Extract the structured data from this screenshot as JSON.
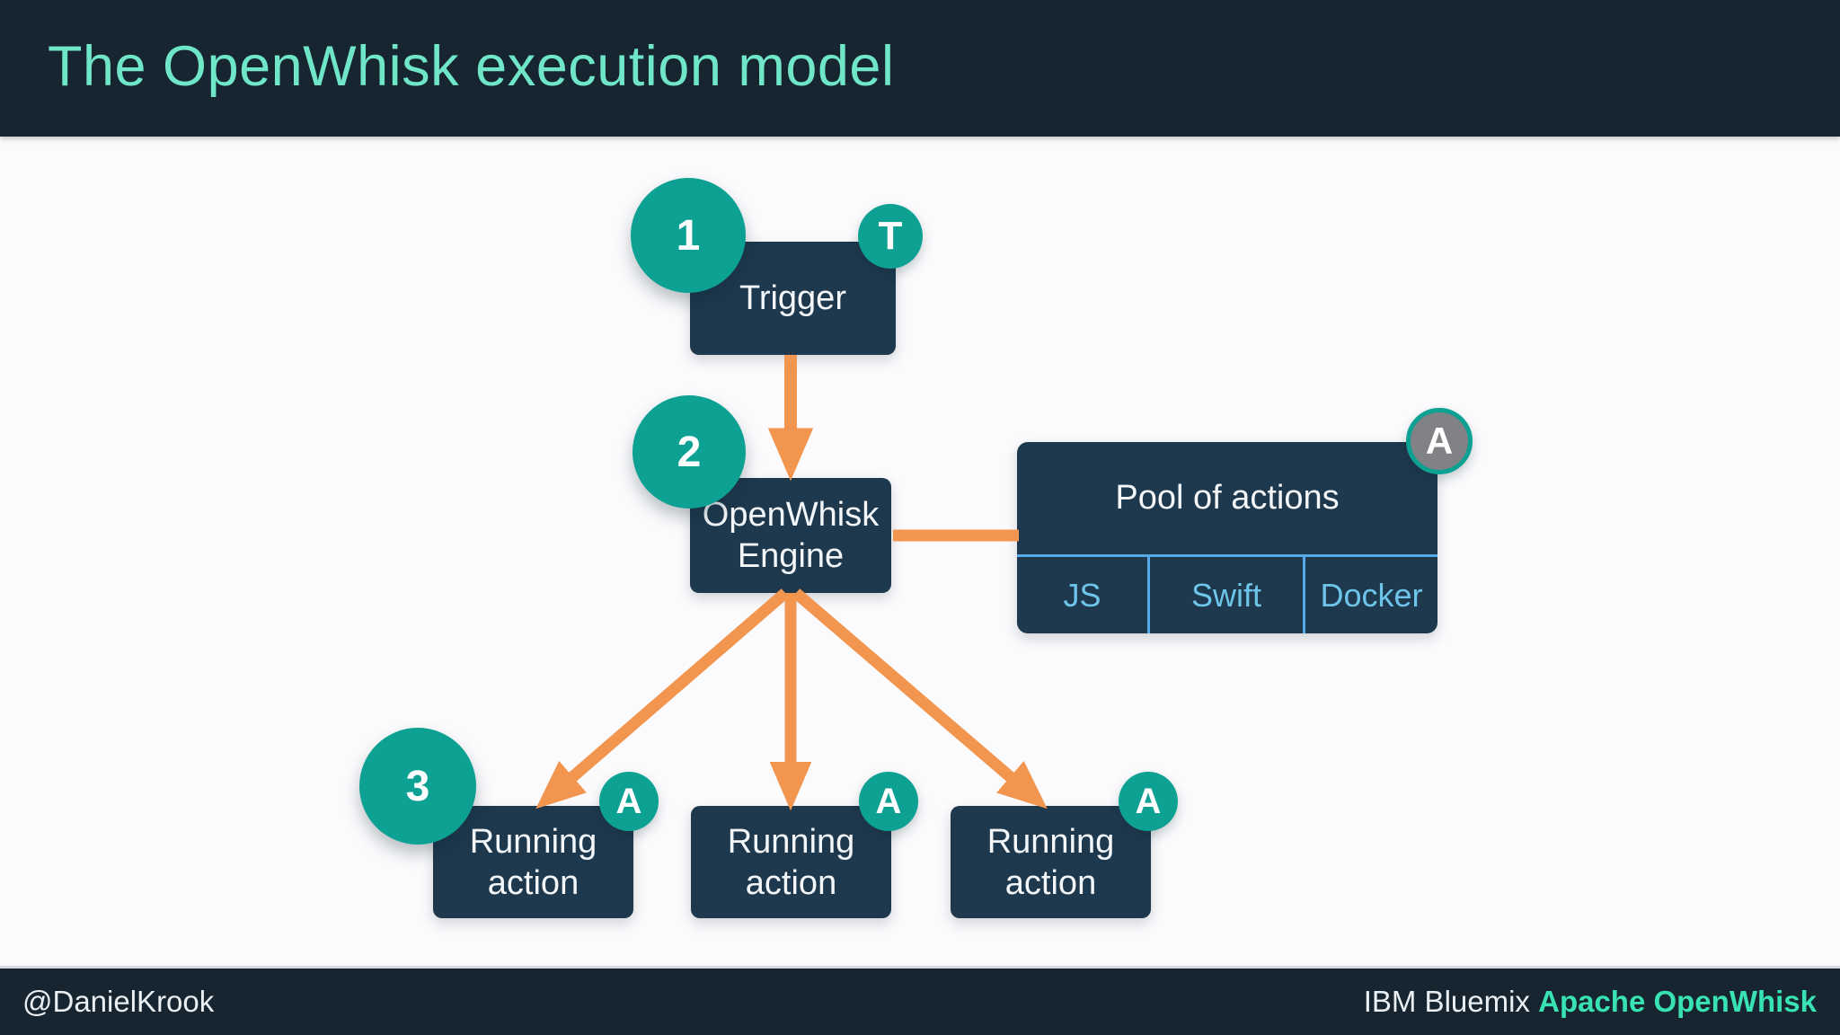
{
  "colors": {
    "bar-bg": "#16252f",
    "slide-bg": "#fbfbfd",
    "box-navy": "#1e384d",
    "teal": "#0da193",
    "orange": "#f2964f",
    "light-blue": "#6ec5ea",
    "divider-blue": "#57a9e8",
    "gray-badge": "#808285",
    "title-teal": "#70e6c8",
    "footer-accent": "#38e2b2"
  },
  "header": {
    "title": "The OpenWhisk execution model"
  },
  "diagram": {
    "steps": {
      "one": "1",
      "two": "2",
      "three": "3"
    },
    "trigger": {
      "label": "Trigger",
      "badge": "T"
    },
    "engine": {
      "label": "OpenWhisk\nEngine"
    },
    "pool": {
      "title": "Pool of actions",
      "badge": "A",
      "languages": [
        "JS",
        "Swift",
        "Docker"
      ]
    },
    "running": {
      "items": [
        {
          "label": "Running\naction",
          "badge": "A"
        },
        {
          "label": "Running\naction",
          "badge": "A"
        },
        {
          "label": "Running\naction",
          "badge": "A"
        }
      ]
    }
  },
  "footer": {
    "handle": "@DanielKrook",
    "brand": "IBM Bluemix",
    "brand_accent": "Apache OpenWhisk"
  }
}
